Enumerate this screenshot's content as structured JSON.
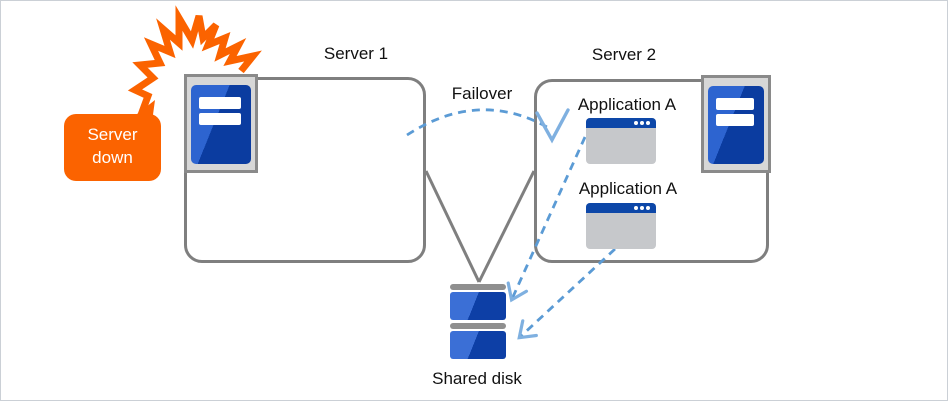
{
  "diagram": {
    "server1": {
      "label": "Server 1"
    },
    "server2": {
      "label": "Server 2",
      "applications": [
        {
          "label": "Application A"
        },
        {
          "label": "Application A"
        }
      ]
    },
    "failover": {
      "label": "Failover"
    },
    "shared_disk": {
      "label": "Shared disk"
    },
    "callout": {
      "lines": [
        "Server",
        "down"
      ]
    },
    "colors": {
      "accent_orange": "#fb6300",
      "connector_gray": "#7f7f7f",
      "dash_blue": "#5b9bd5",
      "arrowhead_blue": "#7fb0e0",
      "server_blue_light": "#2d64d0",
      "server_blue_dark": "#0b3ca0",
      "titlebar_blue": "#0d47a8",
      "icon_frame_gray": "#d7d7d7",
      "window_body_gray": "#c6c8cb",
      "text_color": "#111111"
    },
    "icons": {
      "explosion": "orange-lightning-burst",
      "server": "blue-tower-server",
      "app_window": "application-window",
      "shared_disk": "stacked-disk-platters",
      "arrow_style": "dashed-open-v-arrow"
    }
  }
}
